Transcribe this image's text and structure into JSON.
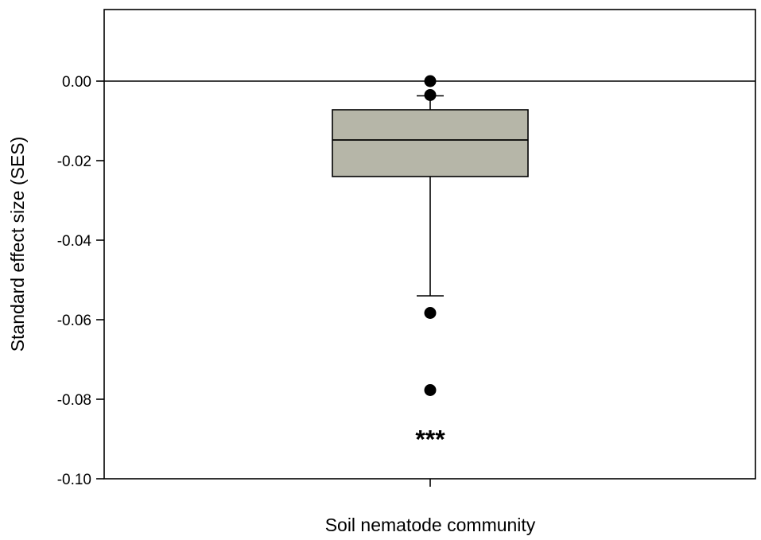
{
  "chart_data": {
    "type": "box",
    "xlabel": "Soil nematode community",
    "ylabel": "Standard effect size (SES)",
    "ylim": [
      -0.1,
      0.018
    ],
    "yticks": [
      0.0,
      -0.02,
      -0.04,
      -0.06,
      -0.08,
      -0.1
    ],
    "ytick_labels": [
      "0.00",
      "-0.02",
      "-0.04",
      "-0.06",
      "-0.08",
      "-0.10"
    ],
    "reference_line": 0.0,
    "box": {
      "category": "Soil nematode community",
      "q1": -0.024,
      "median": -0.0148,
      "q3": -0.0072,
      "whisker_low": -0.054,
      "whisker_high": -0.0037
    },
    "outliers": [
      0.0,
      -0.0035,
      -0.0583,
      -0.0777
    ],
    "annotation": "***",
    "annotation_y": -0.0895,
    "box_color": "#b6b6a8",
    "grid": false
  }
}
